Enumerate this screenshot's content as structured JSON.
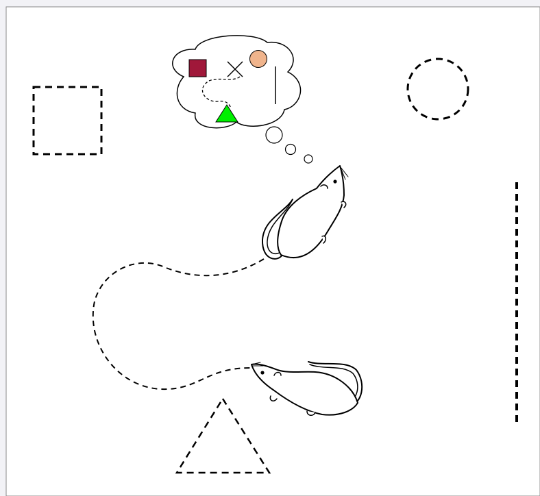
{
  "colors": {
    "page_background": "#f2f2f6",
    "panel_background": "#ffffff",
    "stroke": "#000000",
    "memory_square": "#a0183a",
    "memory_circle": "#f0b48c",
    "memory_triangle": "#00f000",
    "thought_bubble_fill": "#ffffff"
  },
  "arena": {
    "objects": [
      {
        "name": "dashed-square",
        "shape": "square",
        "style": "dashed"
      },
      {
        "name": "dashed-circle",
        "shape": "circle",
        "style": "dashed"
      },
      {
        "name": "dashed-wall",
        "shape": "line",
        "style": "dashed"
      },
      {
        "name": "dashed-triangle",
        "shape": "triangle",
        "style": "dashed"
      }
    ],
    "mice": [
      {
        "name": "mouse-upper",
        "state": "remembering"
      },
      {
        "name": "mouse-lower",
        "state": "exploring"
      }
    ],
    "path": {
      "style": "dashed",
      "connects": [
        "mouse-lower",
        "mouse-upper"
      ]
    }
  },
  "thought_bubble": {
    "items": [
      {
        "name": "filled-square",
        "color": "#a0183a"
      },
      {
        "name": "cross-mark",
        "color": "#000000"
      },
      {
        "name": "filled-circle",
        "color": "#f0b48c"
      },
      {
        "name": "vertical-line",
        "color": "#000000"
      },
      {
        "name": "dashed-path",
        "color": "#000000"
      },
      {
        "name": "filled-triangle",
        "color": "#00f000"
      }
    ]
  }
}
